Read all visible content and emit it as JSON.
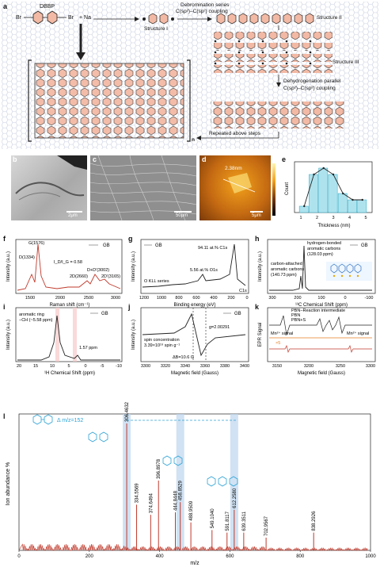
{
  "panel_a": {
    "label": "a",
    "dbbp": "DBBP",
    "br_left": "Br",
    "br_right": "Br",
    "plus_na": "+ Na",
    "debromination_line1": "Debromination series",
    "debromination_line2": "C(sp²)–C(sp²) coupling",
    "structure1": "Structure I",
    "structure2": "Structure II",
    "structure3": "Structure III",
    "dehydro_line1": "Dehydrogenation parallel",
    "dehydro_line2": "C(sp²)–C(sp²) coupling",
    "repeated": "Repeated above steps",
    "n": "n"
  },
  "panel_b": {
    "label": "b",
    "scale": "2μm"
  },
  "panel_c": {
    "label": "c",
    "scale": "50μm"
  },
  "panel_d": {
    "label": "d",
    "height": "2.38nm",
    "scale": "5μm"
  },
  "panel_e": {
    "label": "e",
    "chart_data": {
      "type": "bar",
      "xlabel": "Thickness (nm)",
      "ylabel": "Count",
      "xticks": [
        "1",
        "2",
        "3",
        "4",
        "5"
      ],
      "categories": [
        "1.75",
        "2.25",
        "2.75",
        "3.25",
        "3.75",
        "4.25",
        "4.75"
      ],
      "values": [
        1,
        6,
        7,
        6,
        3,
        2,
        2
      ]
    }
  },
  "panel_f": {
    "label": "f",
    "chart_data": {
      "type": "line",
      "xlabel": "Raman shift (cm⁻¹)",
      "ylabel": "Intensity (a.u.)",
      "legend": "GB",
      "xticks": [
        "1500",
        "2000",
        "2500",
        "3000"
      ],
      "annotations": [
        "G(1576)",
        "D(1334)",
        "I_D/I_G = 0.58",
        "D+D'(3002)",
        "2D(2660)",
        "2D'(3165)"
      ]
    }
  },
  "panel_g": {
    "label": "g",
    "chart_data": {
      "type": "line",
      "xlabel": "Binding energy (eV)",
      "ylabel": "Intensity (a.u.)",
      "legend": "GB",
      "xticks": [
        "1200",
        "1000",
        "800",
        "600",
        "400",
        "200",
        "0"
      ],
      "annotations": [
        "94.11 at.% C1s",
        "5.56 at.% O1s",
        "O KLL series",
        "C1s"
      ]
    }
  },
  "panel_h": {
    "label": "h",
    "chart_data": {
      "type": "line",
      "xlabel": "¹³C Chemical Shift (ppm)",
      "ylabel": "Intensity (a.u.)",
      "legend": "GB",
      "xticks": [
        "300",
        "200",
        "100",
        "0",
        "-100"
      ],
      "annotations": [
        "hydrogen-bonded",
        "aromatic carbons",
        "(128.03 ppm)",
        "carbon-attached",
        "aromatic carbons",
        "(140.73 ppm)"
      ]
    }
  },
  "panel_i": {
    "label": "i",
    "chart_data": {
      "type": "line",
      "xlabel": "¹H Chemical Shift (ppm)",
      "ylabel": "Intensity (a.u.)",
      "legend": "GB",
      "xticks": [
        "20",
        "15",
        "10",
        "5",
        "0",
        "-5",
        "-10"
      ],
      "annotations": [
        "aromatic ring",
        "−CH (~5.58 ppm)",
        "1.57 ppm"
      ]
    }
  },
  "panel_j": {
    "label": "j",
    "chart_data": {
      "type": "line",
      "xlabel": "Magnetic field (Gauss)",
      "ylabel": "Intensity (a.u.)",
      "legend": "GB",
      "xticks": [
        "3300",
        "3320",
        "3340",
        "3360",
        "3380",
        "3400"
      ],
      "annotations": [
        "g=2.00291",
        "spin concentration",
        "3.39×10¹⁹ spin g⁻¹",
        "ΔB=10.6 G"
      ]
    }
  },
  "panel_k": {
    "label": "k",
    "chart_data": {
      "type": "line",
      "xlabel": "Magnetic field (Gauss)",
      "ylabel": "EPR Signal",
      "xticks": [
        "3150",
        "3200",
        "3250",
        "3300"
      ],
      "legend": [
        "PBN−Reaction intermediate",
        "PBN",
        "PBN+S"
      ],
      "annotations": [
        "Mn²⁺ signal",
        "Mn²⁺ signal",
        "×5"
      ]
    }
  },
  "panel_l": {
    "label": "l",
    "delta": "Δ m/z=152",
    "chart_data": {
      "type": "bar",
      "xlabel": "m/z",
      "ylabel": "Ion abundance %",
      "xlim": [
        0,
        1000
      ],
      "xticks": [
        "0",
        "200",
        "400",
        "600",
        "800",
        "1000"
      ],
      "peaks": [
        {
          "mz": 306.4632,
          "abundance": 100,
          "label": "306.4632"
        },
        {
          "mz": 334.5569,
          "abundance": 36,
          "label": "334.5569"
        },
        {
          "mz": 374.6494,
          "abundance": 28,
          "label": "374.6494"
        },
        {
          "mz": 396.8978,
          "abundance": 55,
          "label": "396.8978"
        },
        {
          "mz": 444.8448,
          "abundance": 30,
          "label": "444.8448"
        },
        {
          "mz": 458.8529,
          "abundance": 38,
          "label": "458.8529"
        },
        {
          "mz": 488.9509,
          "abundance": 22,
          "label": "488.9509"
        },
        {
          "mz": 549.104,
          "abundance": 16,
          "label": "549.1040"
        },
        {
          "mz": 591.8117,
          "abundance": 14,
          "label": "591.8117"
        },
        {
          "mz": 612.258,
          "abundance": 32,
          "label": "612.2580"
        },
        {
          "mz": 639.3511,
          "abundance": 14,
          "label": "639.3511"
        },
        {
          "mz": 702.9567,
          "abundance": 10,
          "label": "702.9567"
        },
        {
          "mz": 838.2926,
          "abundance": 14,
          "label": "838.2926"
        }
      ]
    }
  }
}
